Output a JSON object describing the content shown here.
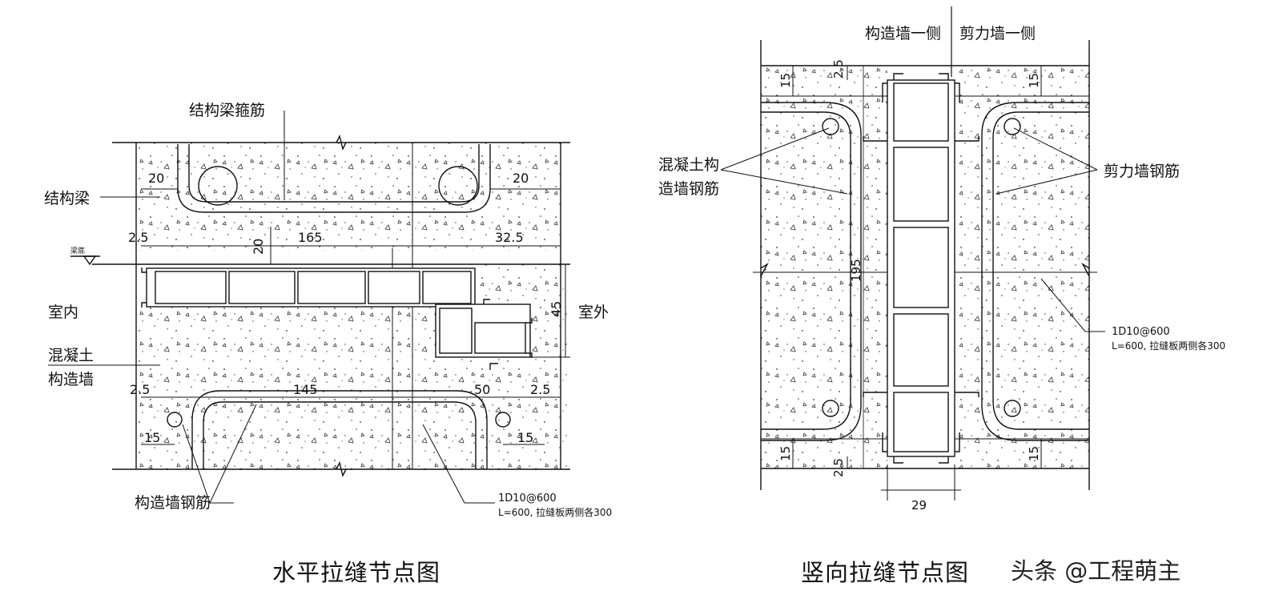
{
  "left": {
    "labels": {
      "beam_stirrup": "结构梁箍筋",
      "beam": "结构梁",
      "beam_bottom": "梁底",
      "indoor": "室内",
      "outdoor": "室外",
      "wall_line1": "混凝土",
      "wall_line2": "构造墙",
      "wall_rebar": "构造墙钢筋",
      "tie_line1": "1D10@600",
      "tie_line2": "L=600, 拉缝板两侧各300"
    },
    "dims": {
      "d20_left": "20",
      "d20_right": "20",
      "d20_vert": "20",
      "d2_5_tl": "2.5",
      "d165": "165",
      "d32_5": "32.5",
      "d45": "45",
      "d2_5_bl": "2.5",
      "d145": "145",
      "d50": "50",
      "d2_5_br": "2.5",
      "d15_l": "15",
      "d15_r": "15"
    }
  },
  "right": {
    "labels": {
      "side_constructional": "构造墙一侧",
      "side_shear": "剪力墙一侧",
      "conc_rebar_line1": "混凝土构",
      "conc_rebar_line2": "造墙钢筋",
      "shear_rebar": "剪力墙钢筋",
      "tie_line1": "1D10@600",
      "tie_line2": "L=600, 拉缝板两侧各300"
    },
    "dims": {
      "d2_5_top": "2.5",
      "d15_tl": "15",
      "d15_tr": "15",
      "d195": "195",
      "d15_bl": "15",
      "d15_br": "15",
      "d2_5_bot": "2.5",
      "d29": "29"
    }
  },
  "captions": {
    "left": "水平拉缝节点图",
    "right": "竖向拉缝节点图"
  },
  "watermark": "头条 @工程萌主"
}
